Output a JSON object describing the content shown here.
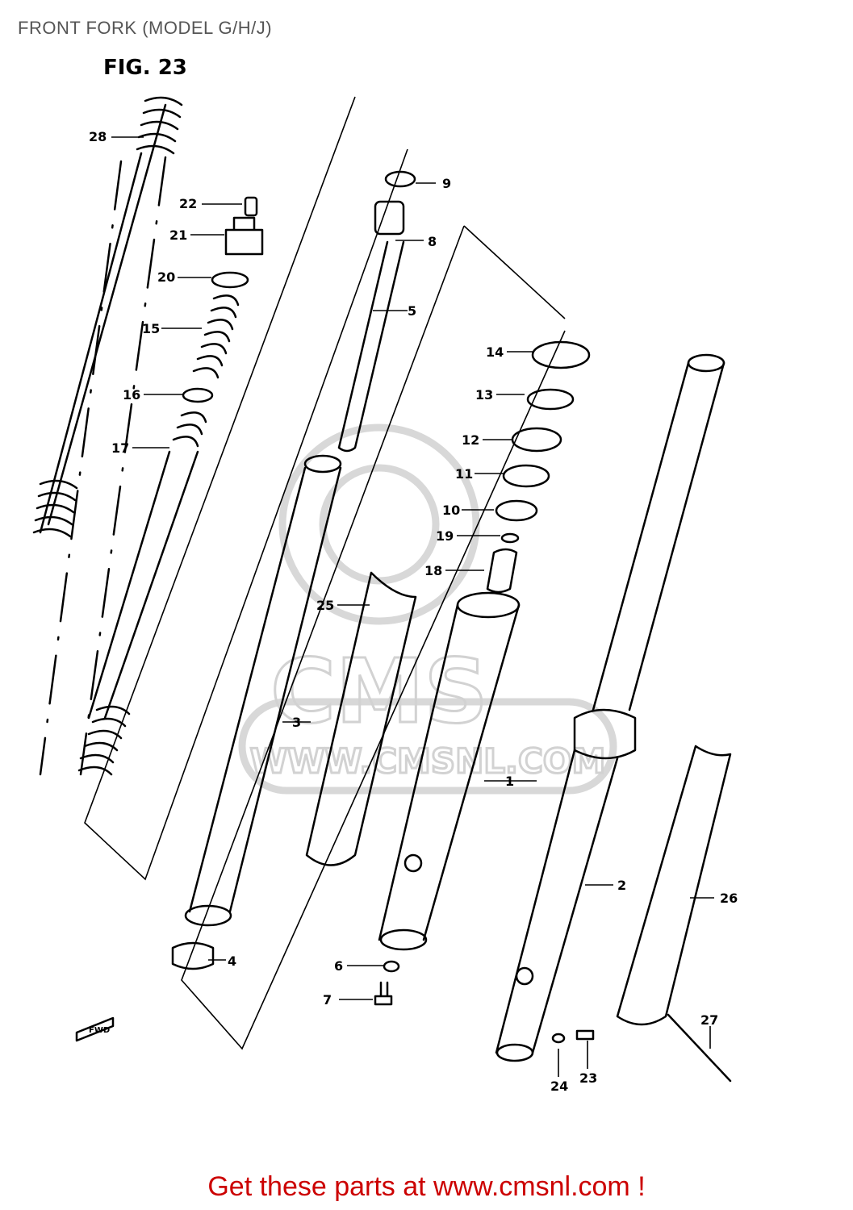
{
  "header": {
    "title": "FRONT FORK (MODEL G/H/J)",
    "fig_label": "FIG. 23"
  },
  "diagram": {
    "callouts": [
      "28",
      "22",
      "21",
      "20",
      "15",
      "16",
      "17",
      "9",
      "8",
      "5",
      "14",
      "13",
      "12",
      "11",
      "10",
      "19",
      "18",
      "25",
      "3",
      "1",
      "2",
      "26",
      "4",
      "6",
      "7",
      "27",
      "24",
      "23"
    ],
    "fwd_label": "FWD"
  },
  "watermark": {
    "brand": "CMS",
    "url": "WWW.CMSNL.COM"
  },
  "footer": {
    "text": "Get these parts at www.cmsnl.com !",
    "color": "#cc0000"
  }
}
